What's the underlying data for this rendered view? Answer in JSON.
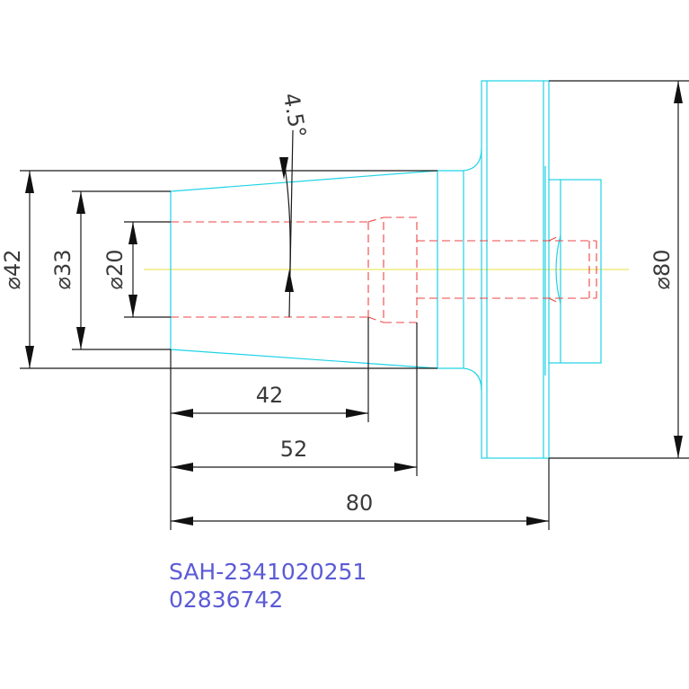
{
  "dimensions": {
    "diameters": [
      "⌀42",
      "⌀33",
      "⌀20",
      "⌀80"
    ],
    "lengths": [
      "42",
      "52",
      "80"
    ],
    "angle": "4.5°"
  },
  "part_codes": {
    "line1": "SAH-2341020251",
    "line2": "02836742"
  },
  "colors": {
    "outline": "#1fd3e6",
    "hidden": "#ee4444",
    "centerline": "#e6e23c",
    "dimension": "#1a1a1a",
    "code_text": "#5b5bd6"
  }
}
